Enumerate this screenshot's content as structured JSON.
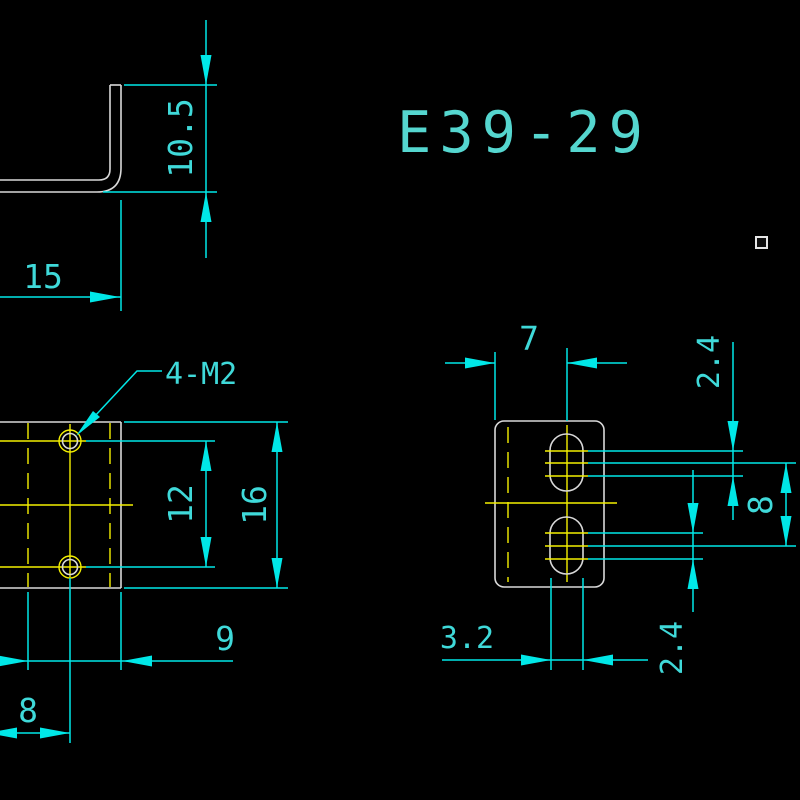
{
  "drawing": {
    "part_number": "E39-29",
    "colors": {
      "background": "#000000",
      "dimension_lines": "#00e7e7",
      "dimension_text": "#3fd9d9",
      "centerlines": "#f4f000",
      "part_outline": "#d9d9d9",
      "title_text": "#55d6cf"
    },
    "side_view": {
      "flange_height_dim": "10.5",
      "base_length_dim": "15"
    },
    "front_view": {
      "hole_callout": "4-M2",
      "hole_pitch_dim": "12",
      "overall_height_dim": "16",
      "edge_distance_dim": "9",
      "hole_offset_dim": "8"
    },
    "end_view": {
      "edge_to_slot_dim": "7",
      "upper_slot_straight_dim": "2.4",
      "slot_pitch_dim": "8",
      "lower_slot_straight_dim": "2.4",
      "slot_width_dim": "3.2"
    }
  }
}
